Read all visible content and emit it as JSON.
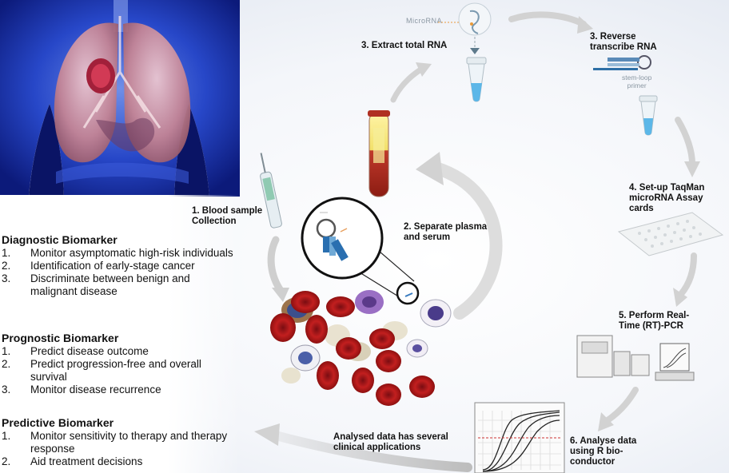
{
  "steps": {
    "step1": "1. Blood sample\nCollection",
    "step2": "2. Separate plasma\nand serum",
    "step3": "3. Extract total RNA",
    "step3b": "3. Reverse\ntranscribe RNA",
    "step4": "4. Set-up TaqMan\nmicroRNA Assay\ncards",
    "step5": "5. Perform Real-\nTime (RT)-PCR",
    "step6": "6. Analyse data\nusing R bio-\nconductor",
    "analysed": "Analysed data has several\nclinical applications"
  },
  "labels": {
    "microrna": "MicroRNA",
    "stem_loop": "stem-loop\nprimer"
  },
  "sections": [
    {
      "title": "Diagnostic Biomarker",
      "items": [
        {
          "num": "1.",
          "text": "Monitor asymptomatic high-risk individuals"
        },
        {
          "num": "2.",
          "text": "Identification of early-stage cancer"
        },
        {
          "num": "3.",
          "text": "Discriminate between benign and malignant disease"
        }
      ]
    },
    {
      "title": "Prognostic Biomarker",
      "items": [
        {
          "num": "1.",
          "text": "Predict disease outcome"
        },
        {
          "num": "2.",
          "text": "Predict progression-free and overall survival"
        },
        {
          "num": "3.",
          "text": "Monitor disease recurrence"
        }
      ]
    },
    {
      "title": "Predictive Biomarker",
      "items": [
        {
          "num": "1.",
          "text": "Monitor sensitivity to therapy and therapy response"
        },
        {
          "num": "2.",
          "text": "Aid treatment decisions"
        }
      ]
    }
  ],
  "colors": {
    "body_blue": "#1f3fc4",
    "lung_pink": "#c25a6a",
    "blood_red": "#b31b1b",
    "arrow_grey": "#c9c9c9",
    "tube_blue": "#5cb7e8"
  }
}
